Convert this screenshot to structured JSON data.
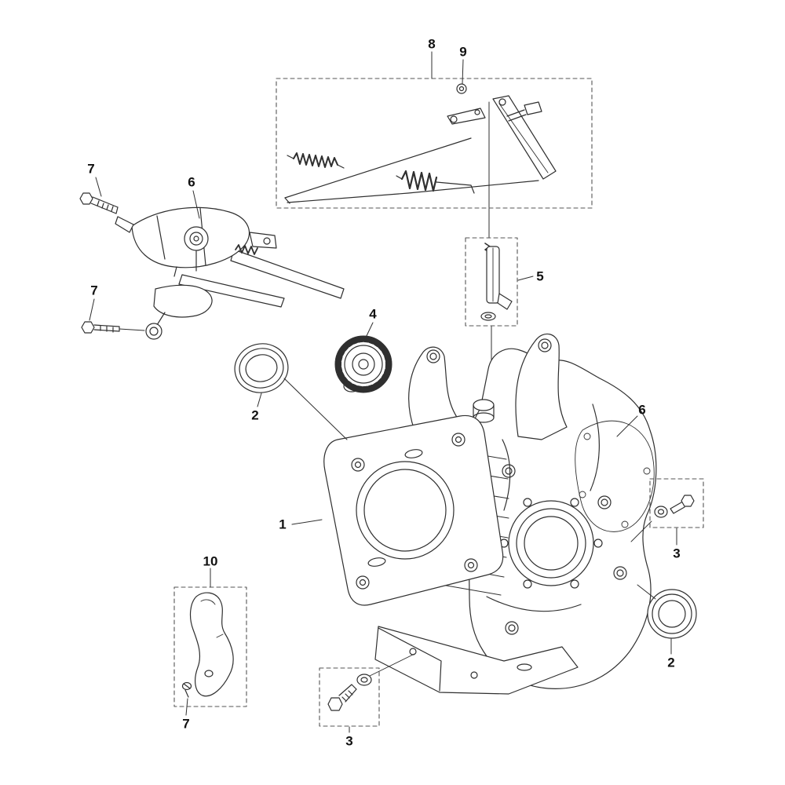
{
  "diagram": {
    "type": "exploded-parts-diagram",
    "colors": {
      "background": "#ffffff",
      "line": "#2f2f2f",
      "dashed_box": "#555555",
      "callout_text": "#111111"
    },
    "callouts": {
      "c1": "1",
      "c2_left": "2",
      "c2_right": "2",
      "c3_right": "3",
      "c3_bottom": "3",
      "c4": "4",
      "c5": "5",
      "c6_left": "6",
      "c6_right": "6",
      "c7_top": "7",
      "c7_mid": "7",
      "c7_bottom": "7",
      "c8": "8",
      "c9": "9",
      "c10": "10"
    }
  }
}
